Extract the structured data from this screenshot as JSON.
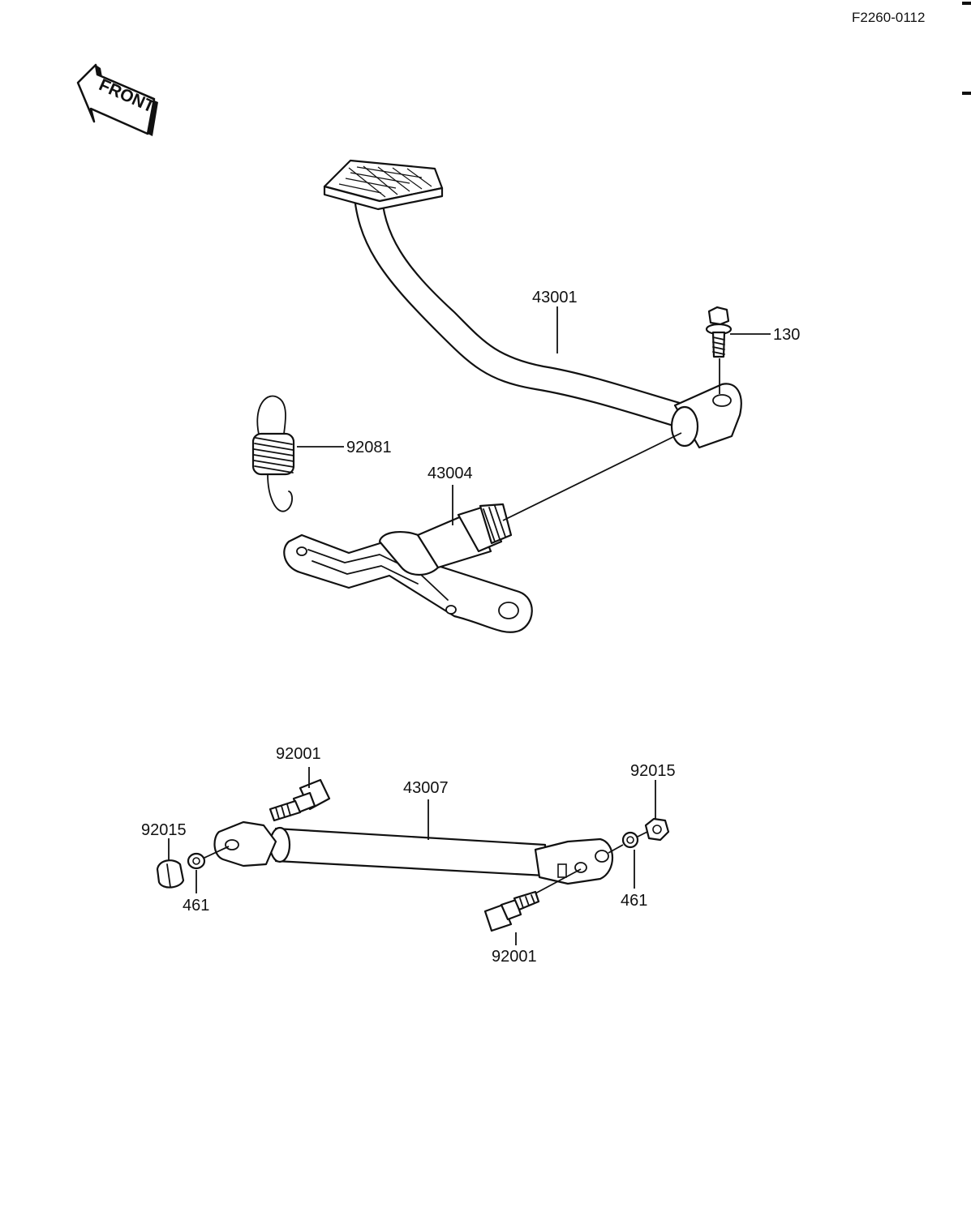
{
  "diagram_code": "F2260-0112",
  "front_arrow_label": "FRONT",
  "parts": {
    "brake_pedal": "43001",
    "bolt": "130",
    "return_spring": "92081",
    "pedal_shaft_arm": "43004",
    "brake_rod": "43007",
    "clevis_pin_left": "92001",
    "clevis_pin_right": "92001",
    "cap_nut": "92015",
    "nut_right": "92015",
    "washer_left": "461",
    "washer_right": "461"
  }
}
